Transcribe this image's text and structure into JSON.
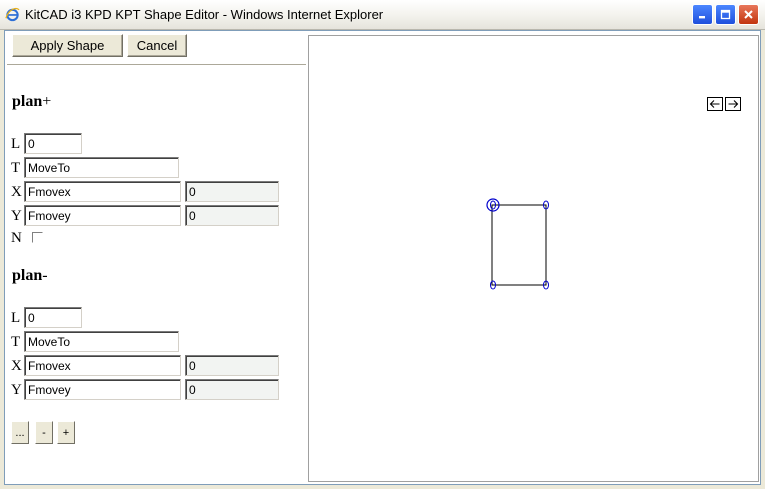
{
  "window": {
    "title": "KitCAD i3 KPD KPT Shape Editor - Windows Internet Explorer"
  },
  "toolbar": {
    "apply_label": "Apply Shape",
    "cancel_label": "Cancel"
  },
  "plan_plus": {
    "title": "plan",
    "sign": "+",
    "rows": {
      "L": {
        "label": "L",
        "value": "0"
      },
      "T": {
        "label": "T",
        "value": "MoveTo"
      },
      "X": {
        "label": "X",
        "expr": "Fmovex",
        "value": "0"
      },
      "Y": {
        "label": "Y",
        "expr": "Fmovey",
        "value": "0"
      },
      "N": {
        "label": "N",
        "checked": false
      }
    }
  },
  "plan_minus": {
    "title": "plan",
    "sign": "-",
    "rows": {
      "L": {
        "label": "L",
        "value": "0"
      },
      "T": {
        "label": "T",
        "value": "MoveTo"
      },
      "X": {
        "label": "X",
        "expr": "Fmovex",
        "value": "0"
      },
      "Y": {
        "label": "Y",
        "expr": "Fmovey",
        "value": "0"
      }
    }
  },
  "bottom_buttons": {
    "more": "...",
    "remove": "-",
    "add": "+"
  },
  "canvas": {
    "nav": {
      "prev_icon": "arrow-left-icon",
      "next_icon": "arrow-right-icon"
    },
    "shape_color": "#000000",
    "handle_color": "#0000cc",
    "handle_label": "0"
  }
}
